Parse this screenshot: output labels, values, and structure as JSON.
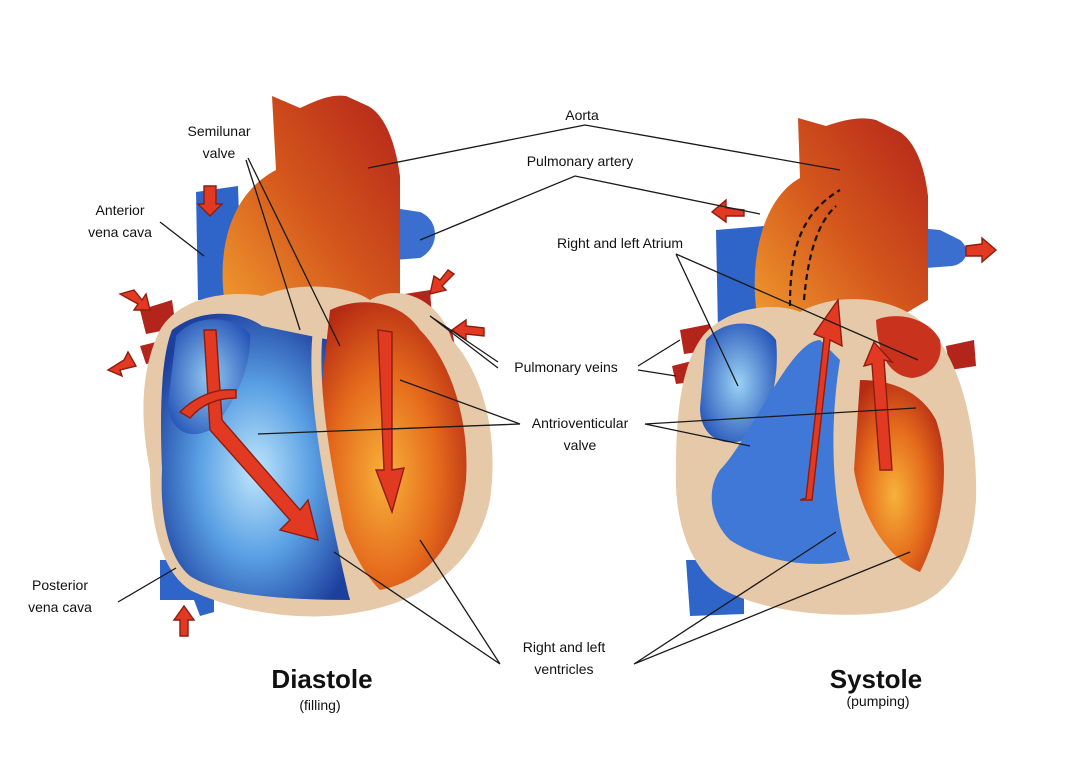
{
  "labels": {
    "aorta": "Aorta",
    "semilunar_1": "Semilunar",
    "semilunar_2": "valve",
    "pulmonary_artery": "Pulmonary artery",
    "anterior_1": "Anterior",
    "anterior_2": "vena cava",
    "atrium": "Right and left Atrium",
    "pulmonary_veins": "Pulmonary veins",
    "av_1": "Antrioventicular",
    "av_2": "valve",
    "posterior_1": "Posterior",
    "posterior_2": "vena cava",
    "ventricles_1": "Right and left",
    "ventricles_2": "ventricles"
  },
  "diastole": {
    "title": "Diastole",
    "subtitle": "(filling)"
  },
  "systole": {
    "title": "Systole",
    "subtitle": "(pumping)"
  },
  "colors": {
    "blood_deoxygenated": "#2f64c9",
    "blood_oxygenated": "#c9321c",
    "arrow_red": "#e23a22",
    "heart_wall": "#e6c9a8"
  }
}
